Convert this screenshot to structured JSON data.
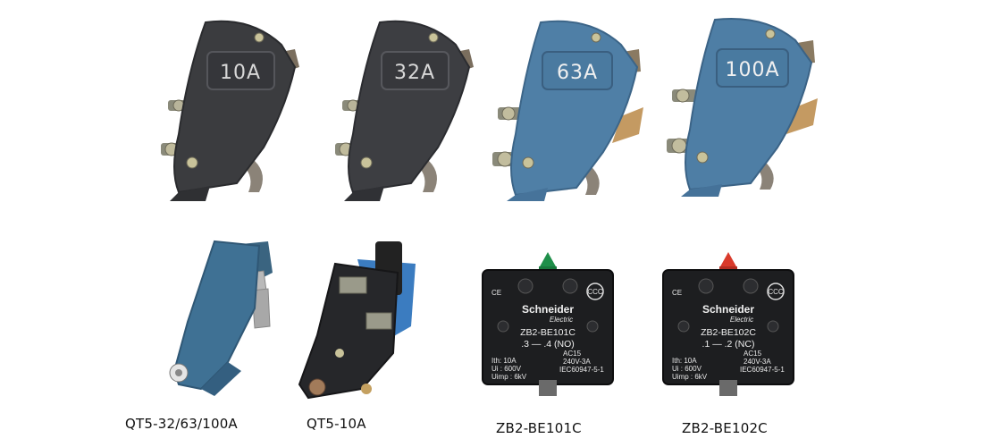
{
  "top_row": [
    {
      "rating": "10A",
      "color": "#3b3c3f",
      "edge": "#2a2b2e"
    },
    {
      "rating": "32A",
      "color": "#3d3e42",
      "edge": "#2b2c30"
    },
    {
      "rating": "63A",
      "color": "#4f7fa6",
      "edge": "#3c6588"
    },
    {
      "rating": "100A",
      "color": "#4e7ea5",
      "edge": "#3b6386"
    }
  ],
  "captions": {
    "qt5_multi": "QT5-32/63/100A",
    "qt5_10a": "QT5-10A",
    "zb2_101": "ZB2-BE101C",
    "zb2_102": "ZB2-BE102C"
  },
  "schneider_101": {
    "brand": "Schneider",
    "sub": "Electric",
    "ce": "CE",
    "ccc": "CCC",
    "model": "ZB2-BE101C",
    "contacts": ".3 — .4 (NO)",
    "ith": "Ith: 10A",
    "ui": "Ui : 600V",
    "uimp": "Uimp : 6kV",
    "ac": "AC15",
    "volt": "240V-3A",
    "iec": "IEC60947-5-1",
    "button_color": "#1f8f4a"
  },
  "schneider_102": {
    "brand": "Schneider",
    "sub": "Electric",
    "ce": "CE",
    "ccc": "CCC",
    "model": "ZB2-BE102C",
    "contacts": ".1 — .2 (NC)",
    "ith": "Ith: 10A",
    "ui": "Ui : 600V",
    "uimp": "Uimp : 6kV",
    "ac": "AC15",
    "volt": "240V-3A",
    "iec": "IEC60947-5-1",
    "button_color": "#d93a2b"
  }
}
